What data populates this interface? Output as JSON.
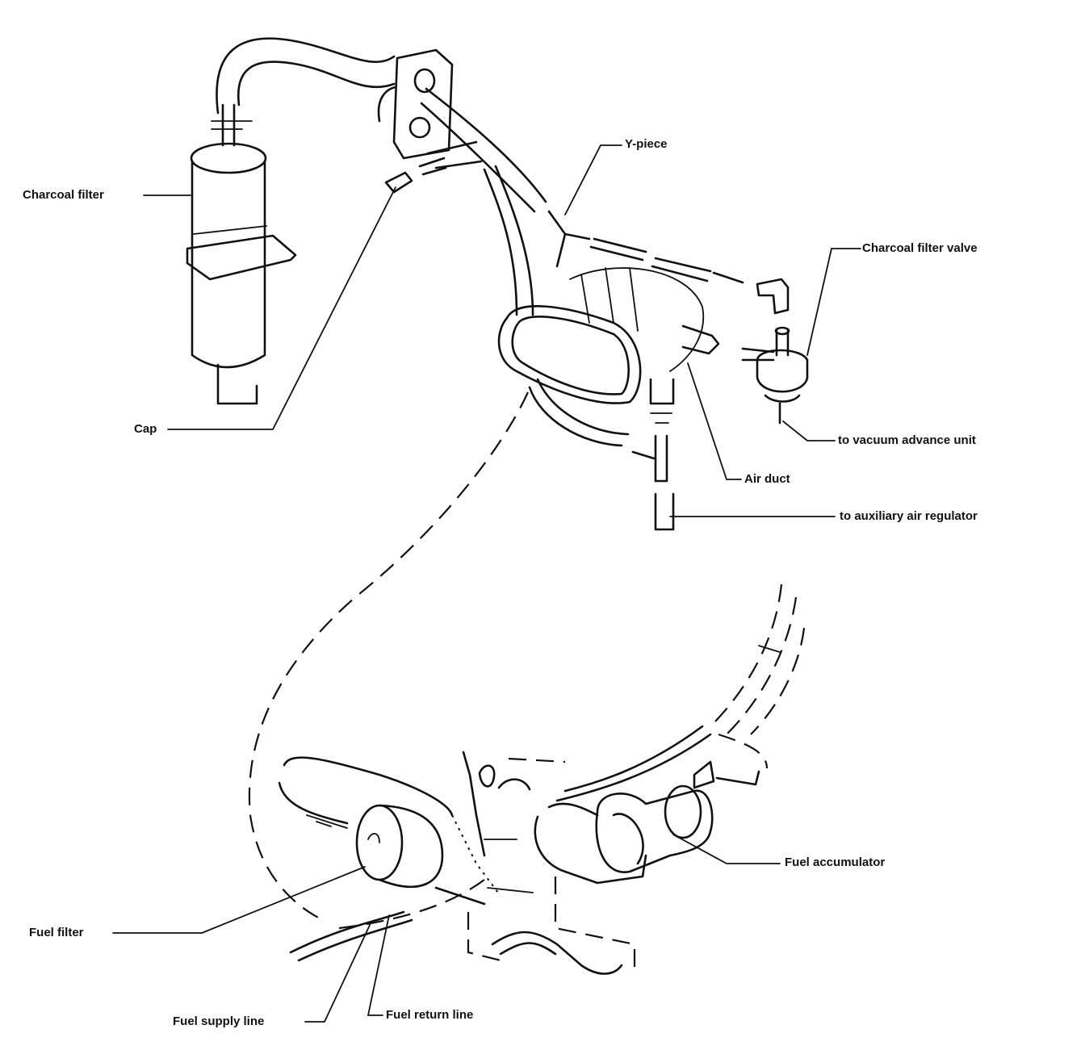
{
  "diagram": {
    "labels": {
      "charcoal_filter": "Charcoal filter",
      "y_piece": "Y-piece",
      "charcoal_filter_valve": "Charcoal filter valve",
      "cap": "Cap",
      "to_vacuum_advance_unit": "to vacuum advance unit",
      "air_duct": "Air duct",
      "to_auxiliary_air_regulator": "to auxiliary air regulator",
      "fuel_accumulator": "Fuel accumulator",
      "fuel_filter": "Fuel filter",
      "fuel_supply_line": "Fuel supply line",
      "fuel_return_line": "Fuel return line"
    }
  }
}
